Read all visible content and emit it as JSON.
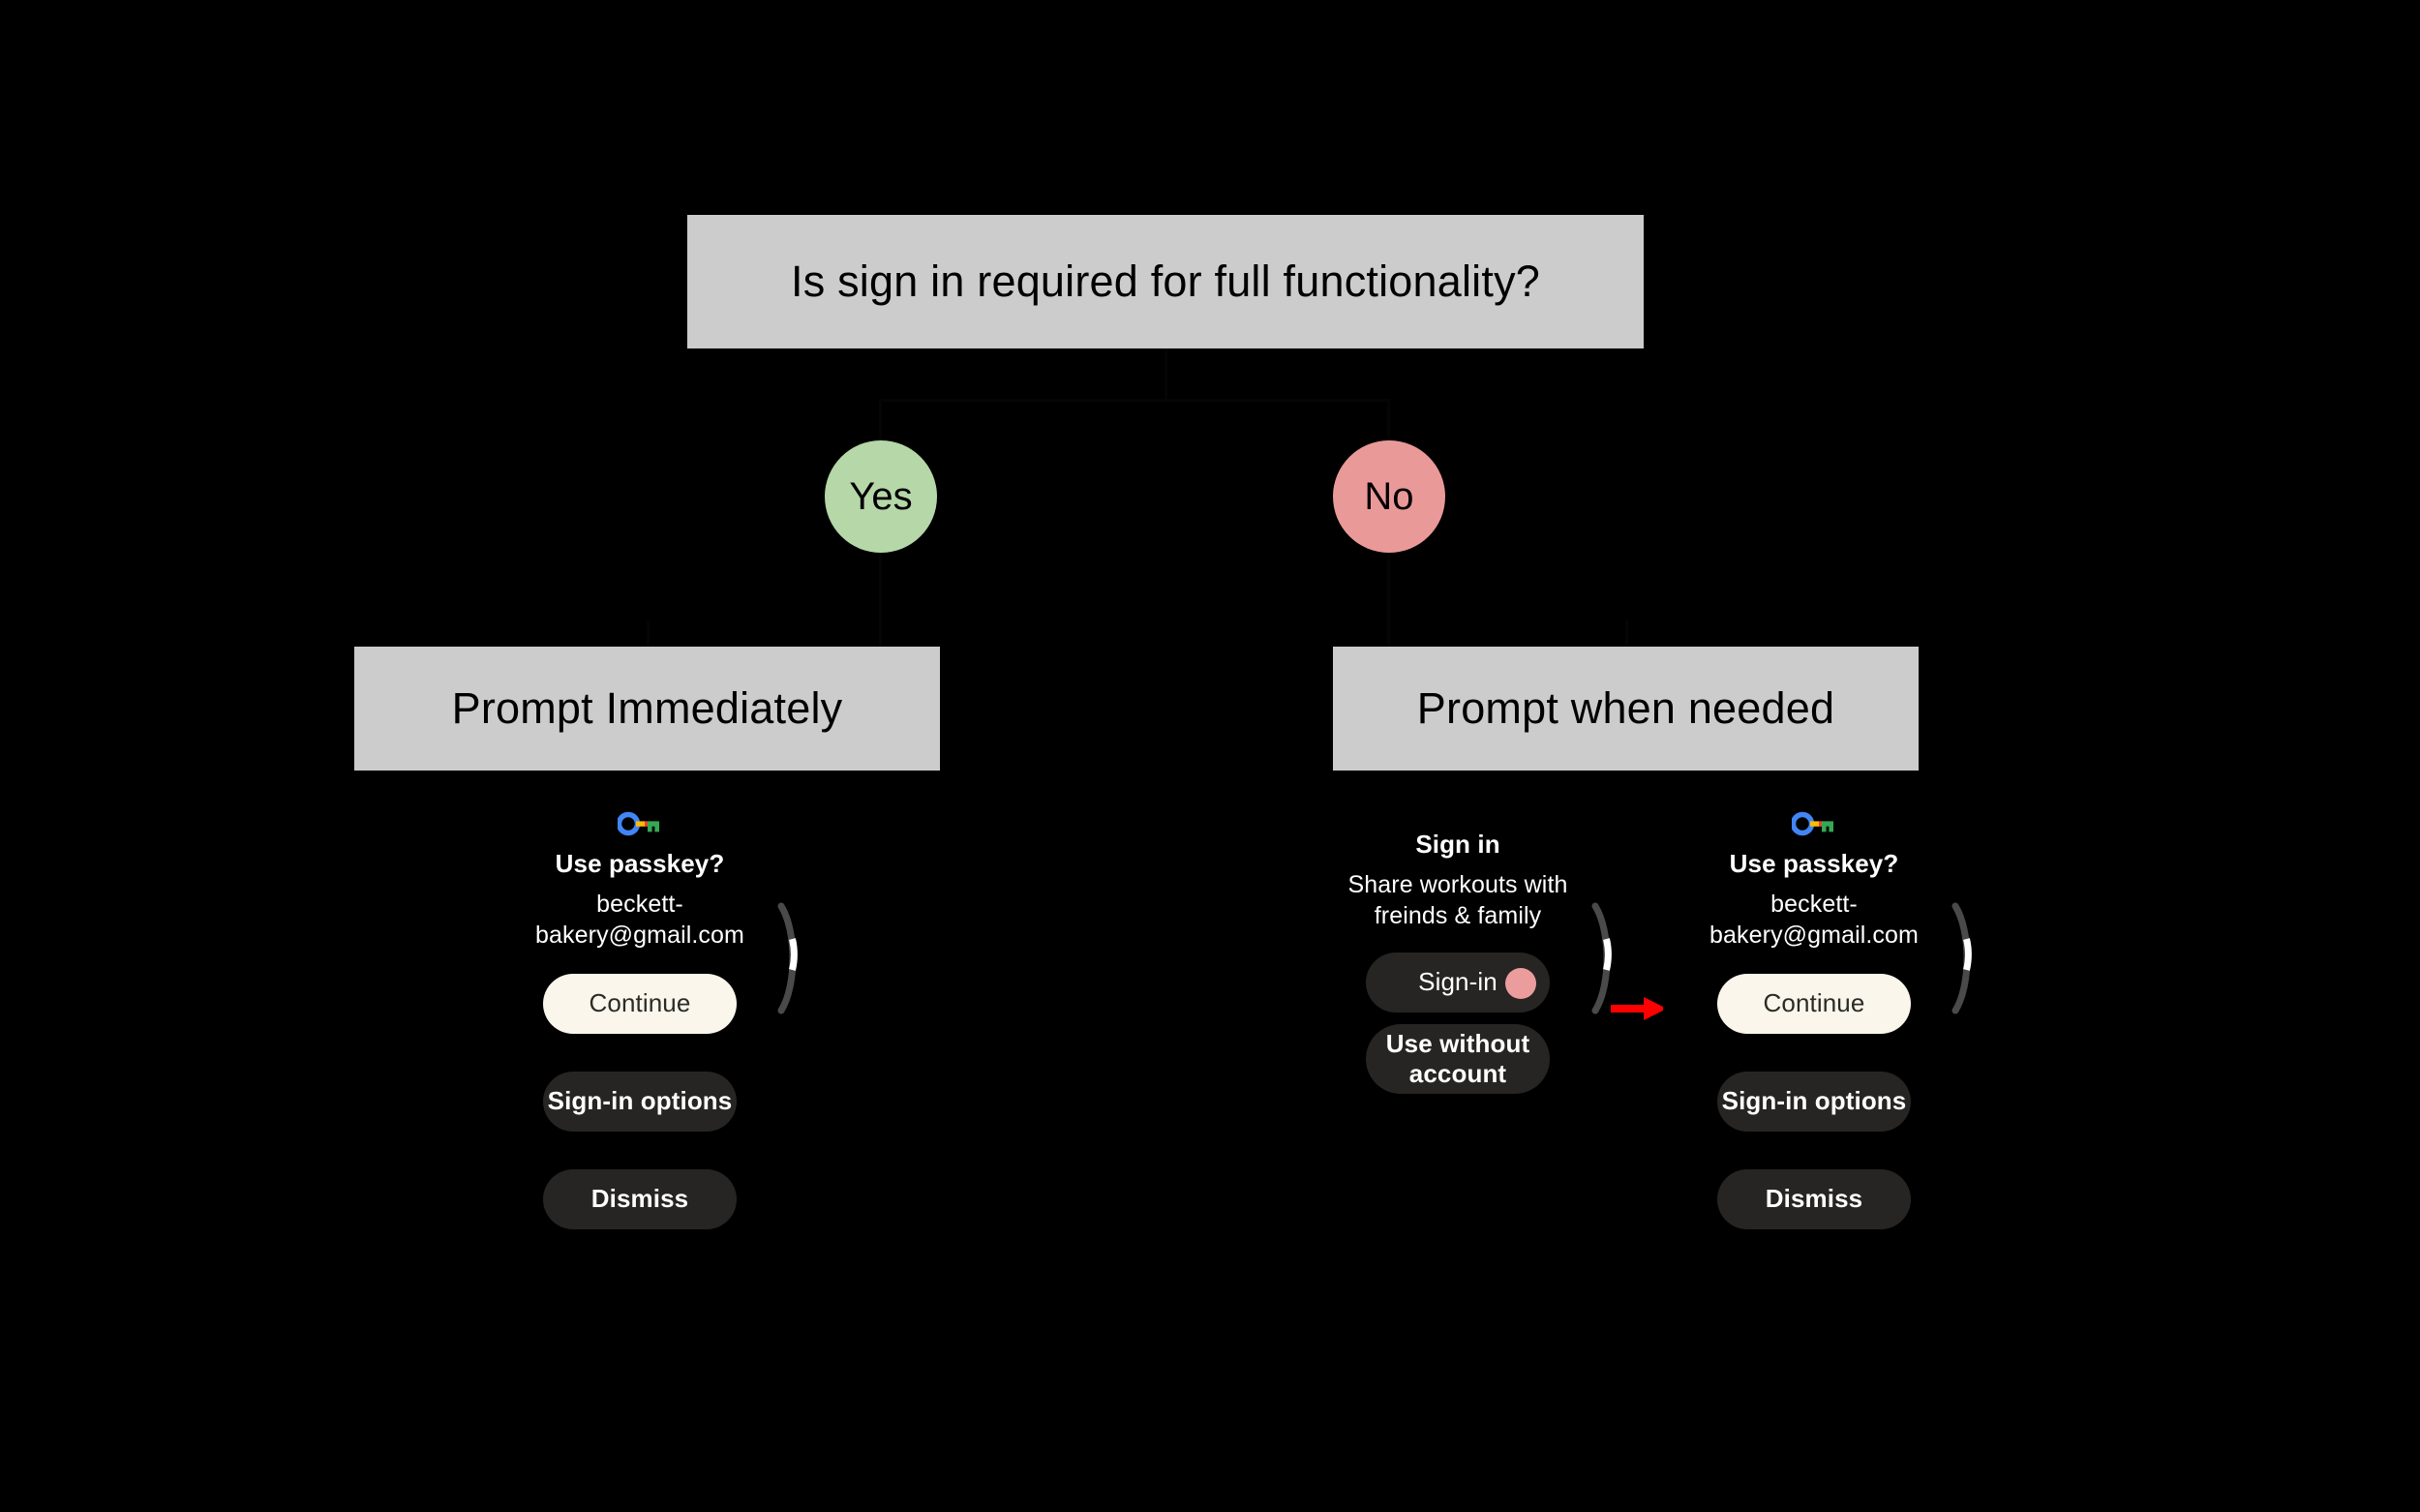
{
  "flow": {
    "question": "Is sign in required for full functionality?",
    "branches": [
      {
        "label": "Yes",
        "color": "#b6d7a8"
      },
      {
        "label": "No",
        "color": "#ea9999"
      }
    ],
    "outcomes": [
      {
        "label": "Prompt Immediately"
      },
      {
        "label": "Prompt when needed"
      }
    ]
  },
  "colors": {
    "background": "#000000",
    "box_fill": "#cccccc",
    "yes_fill": "#b6d7a8",
    "no_fill": "#ea9999",
    "primary_button": "#faf6ec",
    "secondary_button": "#262523",
    "arrow": "#ff0000"
  },
  "mockups": {
    "left_passkey": {
      "icon": "google-passkey-icon",
      "title": "Use passkey?",
      "subtitle": "beckett-bakery@gmail.com",
      "buttons": [
        {
          "label": "Continue",
          "style": "primary"
        },
        {
          "label": "Sign-in options",
          "style": "secondary"
        },
        {
          "label": "Dismiss",
          "style": "secondary"
        }
      ]
    },
    "right_signin": {
      "title": "Sign in",
      "subtitle": "Share workouts with freinds & family",
      "buttons": [
        {
          "label": "Sign-in",
          "style": "plain",
          "has_dot": true
        },
        {
          "label": "Use without account",
          "style": "secondary",
          "has_dot": false
        }
      ]
    },
    "right_passkey": {
      "icon": "google-passkey-icon",
      "title": "Use passkey?",
      "subtitle": "beckett-bakery@gmail.com",
      "buttons": [
        {
          "label": "Continue",
          "style": "primary"
        },
        {
          "label": "Sign-in options",
          "style": "secondary"
        },
        {
          "label": "Dismiss",
          "style": "secondary"
        }
      ]
    }
  }
}
